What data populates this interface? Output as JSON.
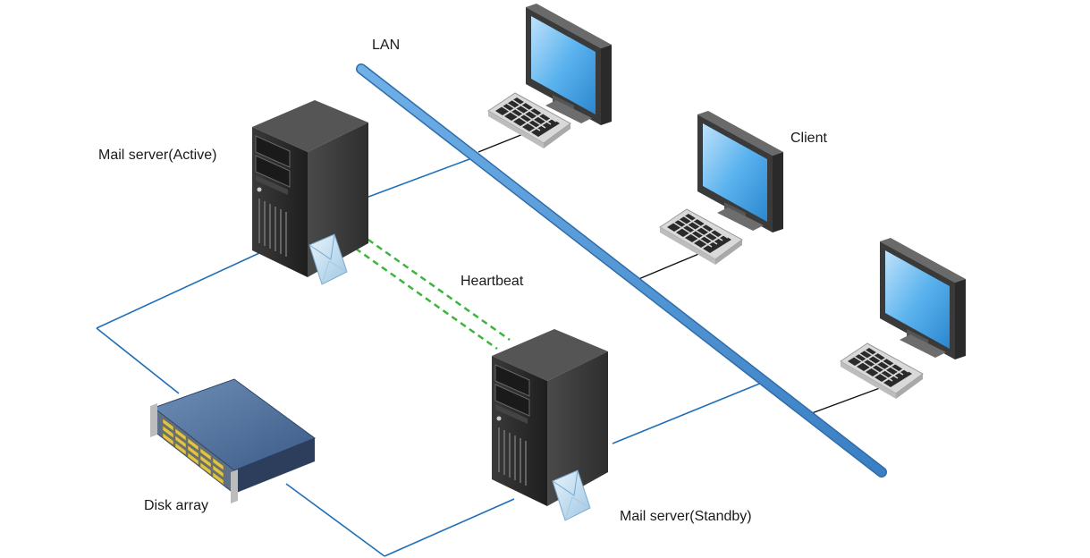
{
  "labels": {
    "lan": "LAN",
    "client": "Client",
    "mail_server_active": "Mail server(Active)",
    "heartbeat": "Heartbeat",
    "disk_array": "Disk array",
    "mail_server_standby": "Mail server(Standby)"
  },
  "colors": {
    "lan_bus": "#4a8fd0",
    "network_link": "#1f6fb8",
    "heartbeat_link": "#3db53d",
    "client_link": "#111111",
    "server_body": "#2b2b2b",
    "monitor_screen": "#3d9ee0"
  },
  "icons": [
    "tower-server-icon",
    "envelope-icon",
    "monitor-icon",
    "keyboard-icon",
    "disk-array-icon"
  ]
}
